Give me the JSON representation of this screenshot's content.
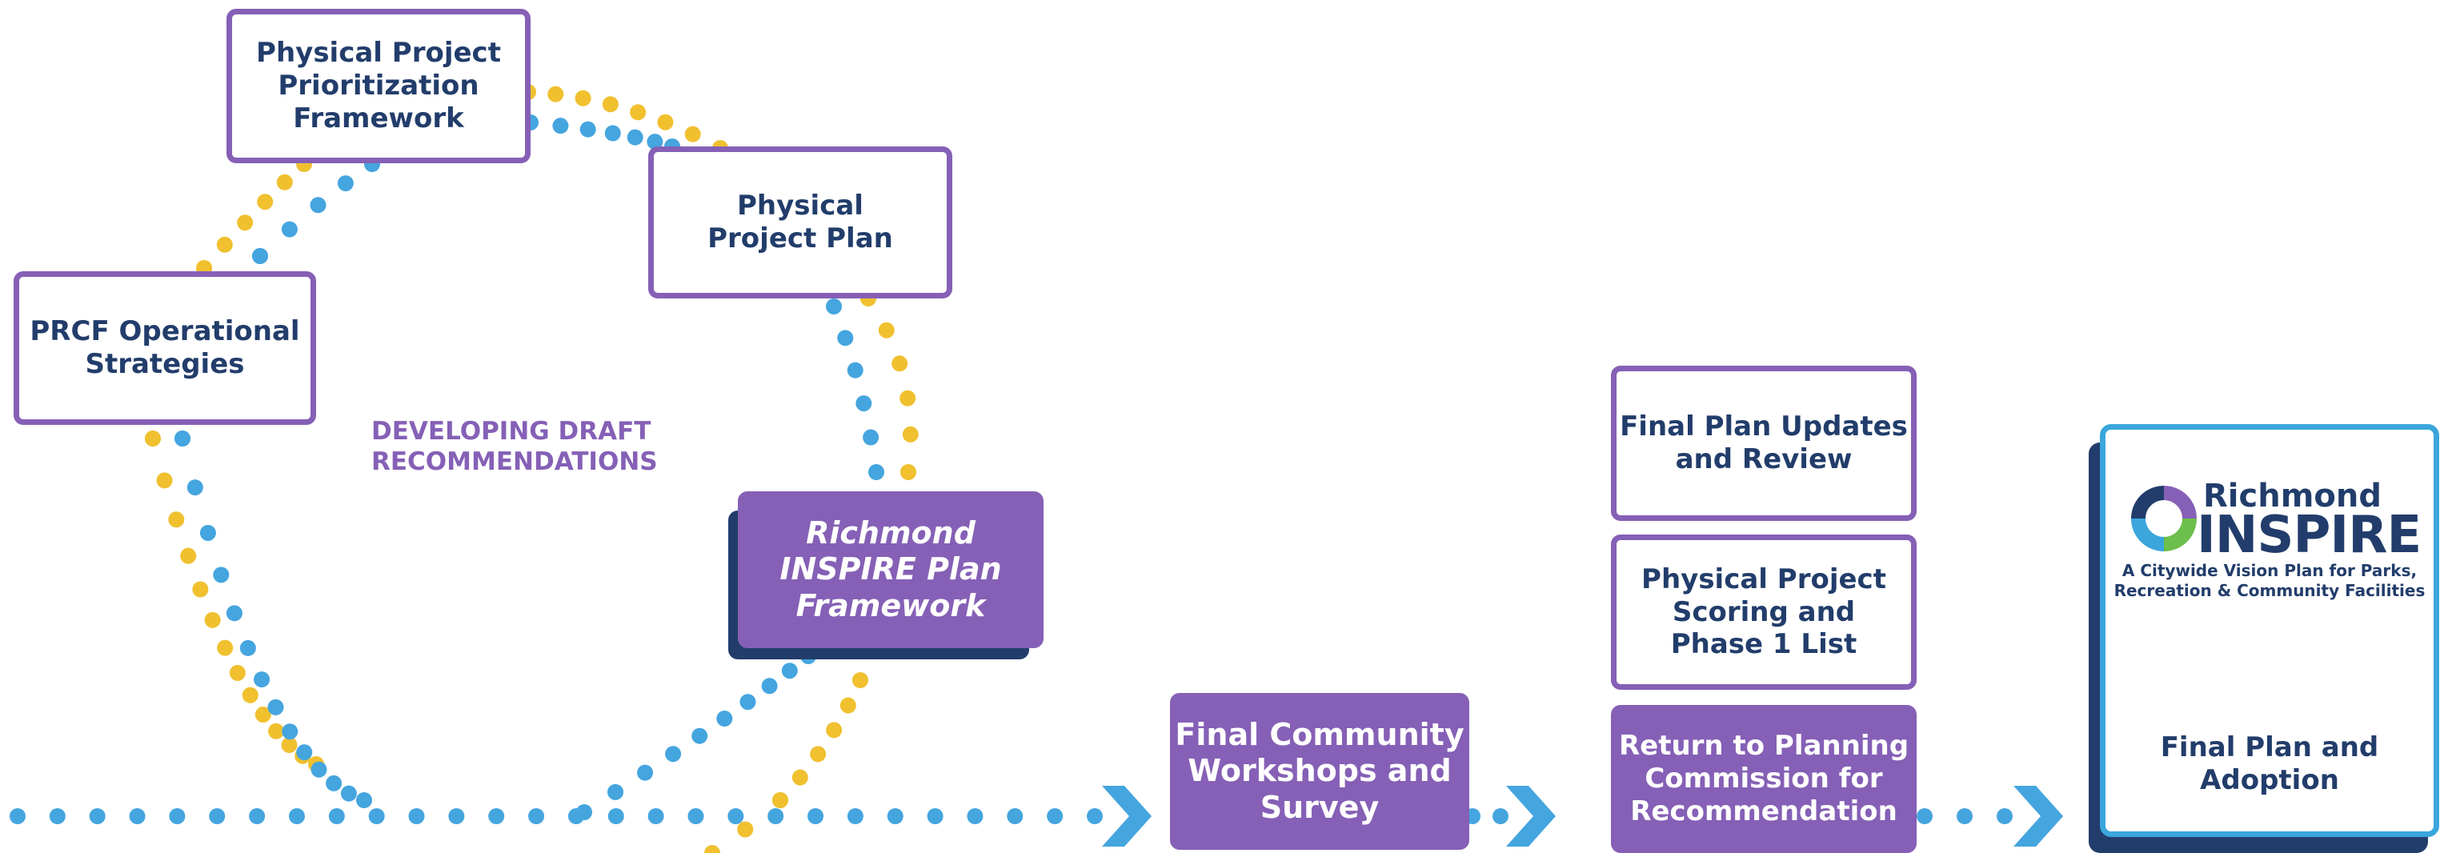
{
  "colors": {
    "purple": "#8560b6",
    "navy": "#223d6b",
    "dot_blue": "#45a5df",
    "dot_yellow": "#f0c02f",
    "card_border": "#3aa6dc",
    "logo_green": "#6bbf4a"
  },
  "phase_label": "DEVELOPING DRAFT\nRECOMMENDATIONS",
  "steps": {
    "prcf_strategies": "PRCF Operational\nStrategies",
    "prioritization_framework": "Physical Project\nPrioritization\nFramework",
    "project_plan": "Physical\nProject Plan",
    "plan_framework": "Richmond\nINSPIRE Plan\nFramework",
    "community_workshops": "Final Community\nWorkshops and\nSurvey",
    "plan_updates": "Final Plan Updates\nand Review",
    "scoring_phase1": "Physical Project\nScoring and\nPhase 1 List",
    "planning_commission": "Return to Planning\nCommission for\nRecommendation"
  },
  "final_card": {
    "logo_word_1": "Richmond",
    "logo_word_2": "INSPIRE",
    "logo_icon": "swirl-logo-icon",
    "tagline": "A Citywide Vision Plan for Parks,\nRecreation & Community Facilities",
    "label": "Final Plan and\nAdoption"
  },
  "arrow_icon": "chevron-right-icon"
}
